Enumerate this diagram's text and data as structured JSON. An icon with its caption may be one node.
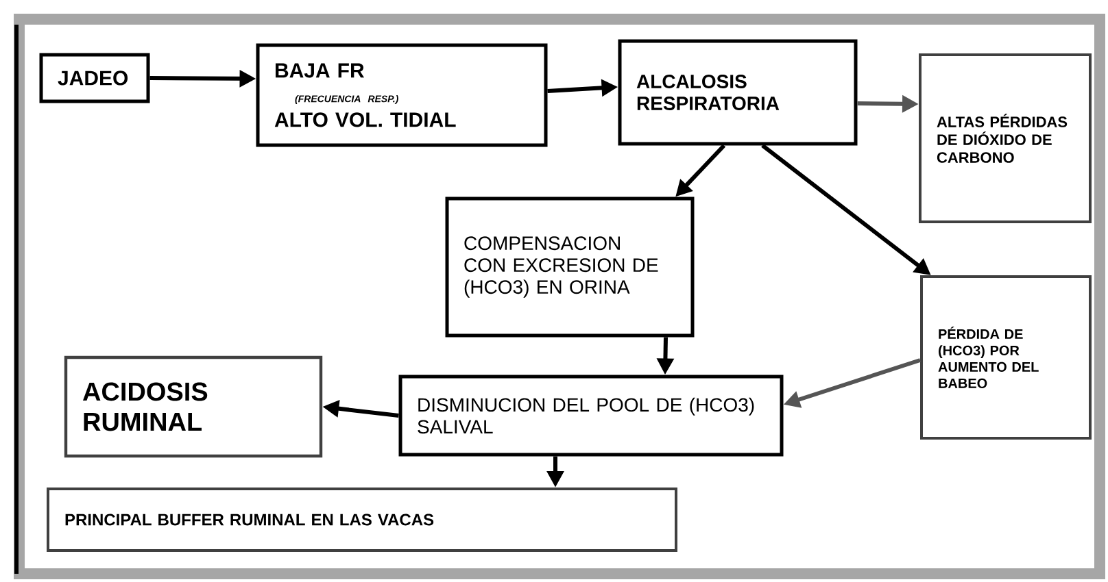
{
  "diagram": {
    "nodes": [
      {
        "text": [
          "JADEO"
        ]
      },
      {
        "text": [
          "BAJA FR",
          "(FRECUENCIA RESP.)",
          "ALTO VOL. TIDIAL"
        ]
      },
      {
        "text": [
          "ALCALOSIS RESPIRATORIA"
        ]
      },
      {
        "text": [
          "ALTAS PÉRDIDAS DE DIÓXIDO DE CARBONO"
        ]
      },
      {
        "text": [
          "COMPENSACION CON EXCRESION DE (HCO3) EN ORINA"
        ]
      },
      {
        "text": [
          "PÉRDIDA DE (HCO3) POR AUMENTO DEL BABEO"
        ]
      },
      {
        "text": [
          "ACIDOSIS RUMINAL"
        ]
      },
      {
        "text": [
          "DISMINUCION DEL POOL DE (HCO3) SALIVAL"
        ]
      },
      {
        "text": [
          "PRINCIPAL BUFFER RUMINAL EN LAS VACAS"
        ]
      }
    ],
    "edges": [
      {
        "from": 0,
        "to": 1,
        "arrow": "to"
      },
      {
        "from": 1,
        "to": 2,
        "arrow": "to"
      },
      {
        "from": 2,
        "to": 3,
        "arrow": "to",
        "color": "#555555"
      },
      {
        "from": 2,
        "to": 4,
        "arrow": "to"
      },
      {
        "from": 2,
        "to": 5,
        "arrow": "to"
      },
      {
        "from": 4,
        "to": 7,
        "arrow": "to"
      },
      {
        "from": 5,
        "to": 7,
        "arrow": "to",
        "color": "#555555"
      },
      {
        "from": 7,
        "to": 6,
        "arrow": "to"
      },
      {
        "from": 7,
        "to": 8,
        "arrow": "to"
      }
    ]
  }
}
